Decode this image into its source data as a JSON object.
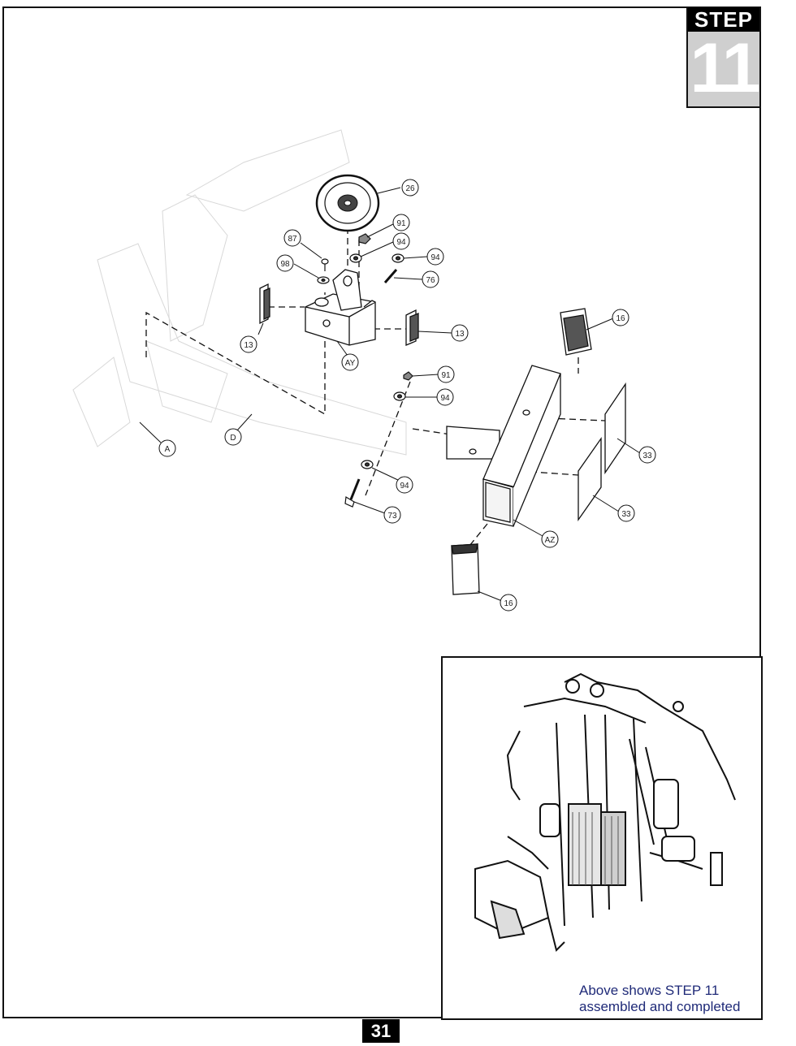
{
  "step": {
    "label": "STEP",
    "number": "11"
  },
  "callouts": [
    {
      "id": "26"
    },
    {
      "id": "91"
    },
    {
      "id": "94"
    },
    {
      "id": "87"
    },
    {
      "id": "94"
    },
    {
      "id": "98"
    },
    {
      "id": "76"
    },
    {
      "id": "13"
    },
    {
      "id": "13"
    },
    {
      "id": "AY"
    },
    {
      "id": "16"
    },
    {
      "id": "91"
    },
    {
      "id": "94"
    },
    {
      "id": "A"
    },
    {
      "id": "D"
    },
    {
      "id": "33"
    },
    {
      "id": "94"
    },
    {
      "id": "33"
    },
    {
      "id": "73"
    },
    {
      "id": "AZ"
    },
    {
      "id": "16"
    }
  ],
  "inset": {
    "caption_line1": "Above shows STEP 11",
    "caption_line2": "assembled and completed"
  },
  "page": {
    "number": "31"
  },
  "colors": {
    "frame": "#111111",
    "caption": "#1f2a78",
    "badge_bg": "#cfcfcf"
  }
}
